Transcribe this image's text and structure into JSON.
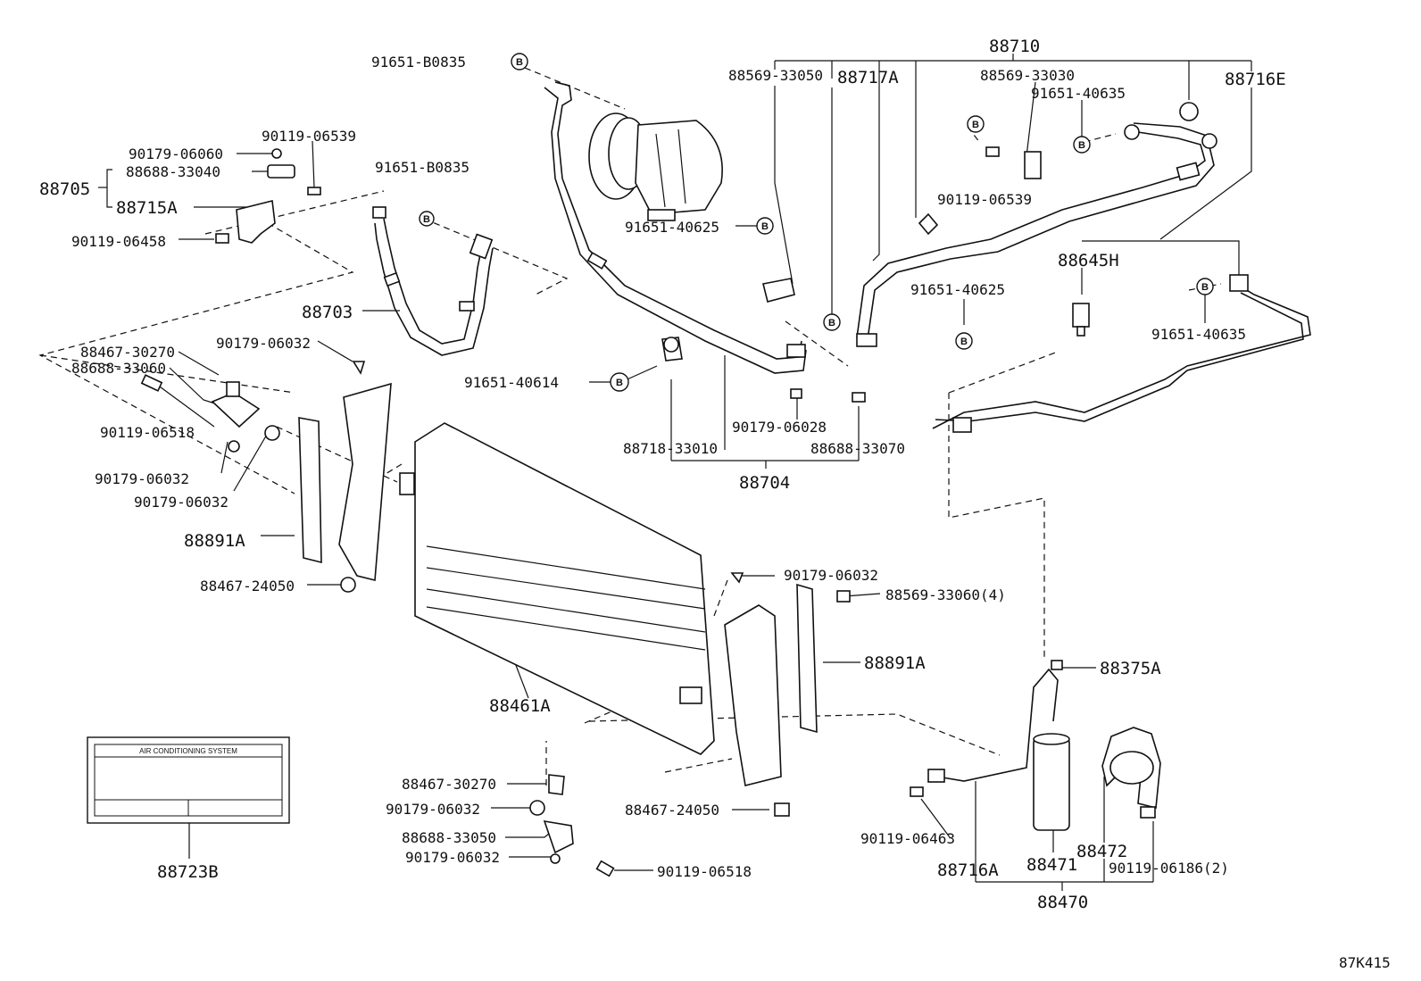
{
  "diagram_id": "87K415",
  "bolt_symbol": "B",
  "label_card": {
    "title": "AIR CONDITIONING SYSTEM"
  },
  "parts": {
    "p91651_b0835_top": "91651-B0835",
    "p88710": "88710",
    "p88569_33050": "88569-33050",
    "p88717a": "88717A",
    "p88569_33030": "88569-33030",
    "p88716e": "88716E",
    "p91651_40635_top": "91651-40635",
    "p90179_06060": "90179-06060",
    "p90119_06539_left": "90119-06539",
    "p88688_33040": "88688-33040",
    "p88705": "88705",
    "p88715a": "88715A",
    "p91651_b0835_mid": "91651-B0835",
    "p90119_06539_right": "90119-06539",
    "p90119_06458": "90119-06458",
    "p91651_40625_left": "91651-40625",
    "p88645h": "88645H",
    "p91651_40625_right": "91651-40625",
    "p88703": "88703",
    "p91651_40635_right": "91651-40635",
    "p88467_30270_left": "88467-30270",
    "p90179_06032_a": "90179-06032",
    "p88688_33060": "88688-33060",
    "p91651_40614": "91651-40614",
    "p90119_06518_left": "90119-06518",
    "p90179_06028": "90179-06028",
    "p88718_33010": "88718-33010",
    "p88688_33070": "88688-33070",
    "p90179_06032_b": "90179-06032",
    "p90179_06032_c": "90179-06032",
    "p88704": "88704",
    "p88891a_left": "88891A",
    "p88467_24050_left": "88467-24050",
    "p90179_06032_d": "90179-06032",
    "p88569_33060_4": "88569-33060(4)",
    "p88891a_right": "88891A",
    "p88375a": "88375A",
    "p88461a": "88461A",
    "p88467_30270_bottom": "88467-30270",
    "p90179_06032_e": "90179-06032",
    "p88467_24050_right": "88467-24050",
    "p88688_33050": "88688-33050",
    "p90179_06032_f": "90179-06032",
    "p90119_06518_bottom": "90119-06518",
    "p90119_06463": "90119-06463",
    "p88472": "88472",
    "p88716a": "88716A",
    "p88471": "88471",
    "p90119_06186_2": "90119-06186(2)",
    "p88470": "88470",
    "p88723b": "88723B"
  }
}
